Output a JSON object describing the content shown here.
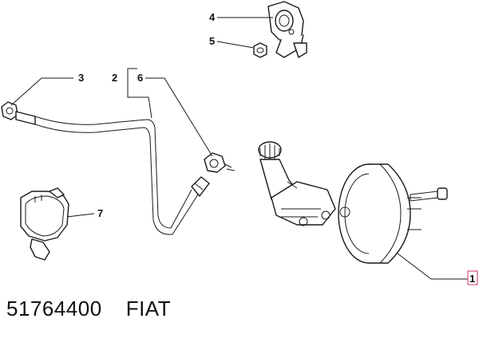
{
  "callouts": {
    "c1": "1",
    "c2": "2",
    "c3": "3",
    "c4": "4",
    "c5": "5",
    "c6": "6",
    "c7": "7"
  },
  "caption": {
    "part_number": "51764400",
    "brand": "FIAT"
  },
  "colors": {
    "line": "#1a1a1a",
    "highlight_box": "#cc3355"
  }
}
